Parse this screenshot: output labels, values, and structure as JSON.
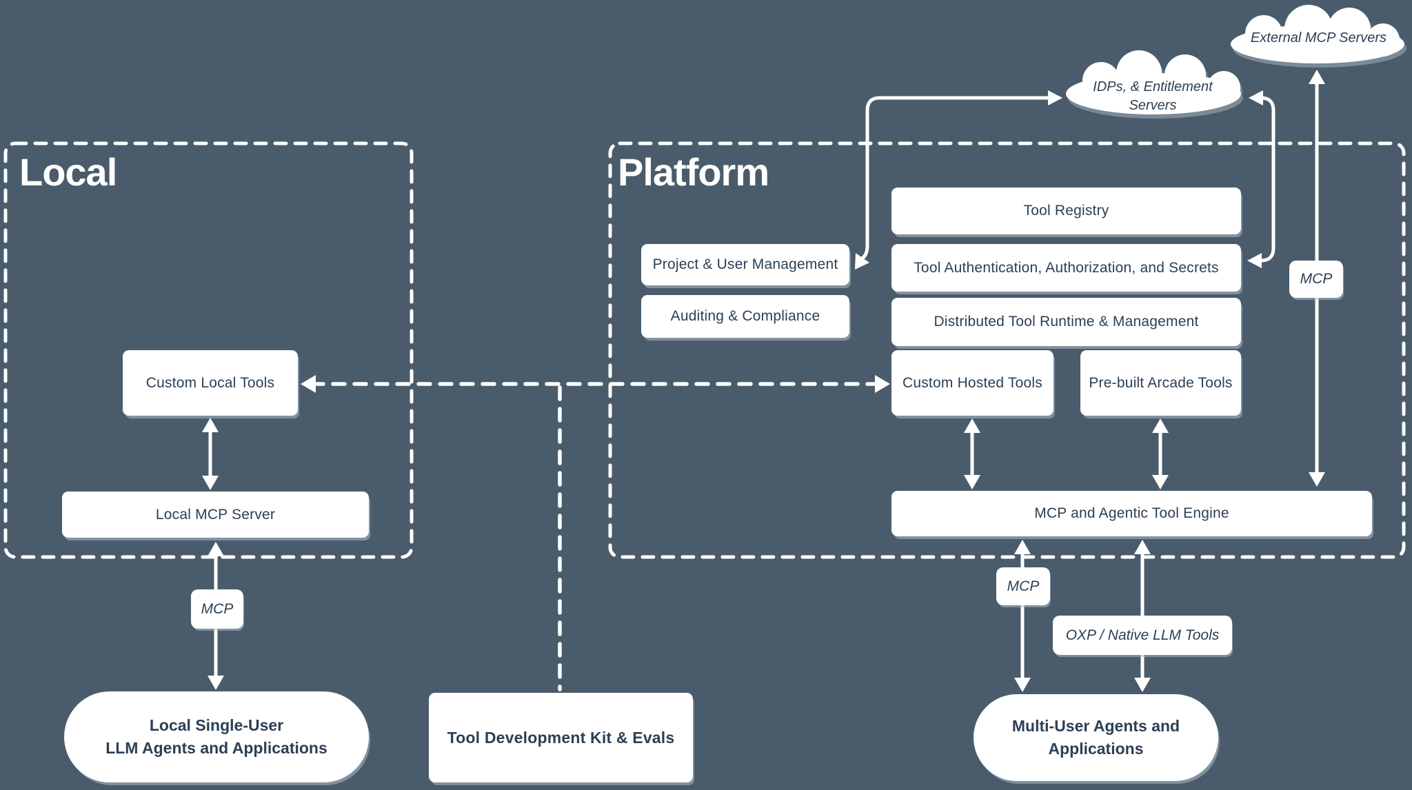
{
  "palette": {
    "background": "#4a5c6b",
    "box_fill": "#ffffff",
    "text_dark": "#2c4053",
    "connector": "#ffffff"
  },
  "sections": {
    "local": {
      "title": "Local"
    },
    "platform": {
      "title": "Platform"
    }
  },
  "clouds": {
    "external_mcp": {
      "label": "External MCP Servers"
    },
    "idps": {
      "line1": "IDPs, & Entitlement",
      "line2": "Servers"
    }
  },
  "boxes": {
    "custom_local_tools": {
      "label": "Custom Local Tools"
    },
    "local_mcp_server": {
      "label": "Local MCP Server"
    },
    "project_user_management": {
      "label": "Project & User Management"
    },
    "auditing_compliance": {
      "label": "Auditing & Compliance"
    },
    "tool_registry": {
      "label": "Tool Registry"
    },
    "tool_authentication": {
      "label": "Tool Authentication, Authorization, and Secrets"
    },
    "distributed_runtime": {
      "label": "Distributed Tool Runtime & Management"
    },
    "custom_hosted_tools": {
      "label": "Custom Hosted Tools"
    },
    "prebuilt_arcade_tools": {
      "label": "Pre-built Arcade Tools"
    },
    "mcp_engine": {
      "label": "MCP and Agentic Tool Engine"
    },
    "tool_dev_kit": {
      "label": "Tool Development Kit & Evals"
    }
  },
  "pills": {
    "local_agents": {
      "line1": "Local Single-User",
      "line2": "LLM Agents and Applications"
    },
    "multi_user_agents": {
      "line1": "Multi-User Agents and",
      "line2": "Applications"
    }
  },
  "protocol_labels": {
    "mcp_local": "MCP",
    "mcp_engine_bottom": "MCP",
    "mcp_external": "MCP",
    "oxp": "OXP / Native LLM Tools"
  }
}
